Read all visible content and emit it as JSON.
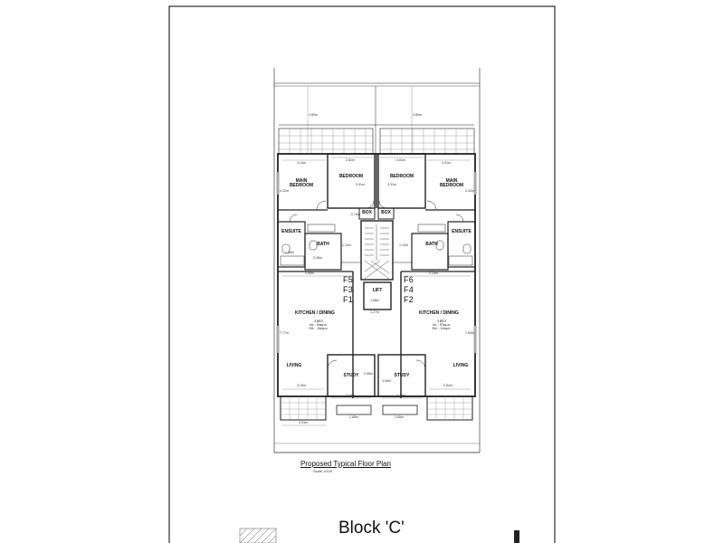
{
  "drawing": {
    "title": "Proposed Typical Floor Plan",
    "scale": "Scale 1/100",
    "block_label": "Block 'C'"
  },
  "floors": {
    "left": [
      "F5",
      "F3",
      "F1"
    ],
    "right": [
      "F6",
      "F4",
      "F2"
    ]
  },
  "rooms": {
    "main_bedroom": "MAIN BEDROOM",
    "bedroom": "BEDROOM",
    "ensuite": "ENSUITE",
    "bath": "BATH",
    "box": "BOX",
    "lift": "LIFT",
    "kitchen_dining": "KITCHEN / DINING",
    "living": "LIVING",
    "study": "STUDY"
  },
  "areas": {
    "left": [
      "3 BED",
      "Int. - 94sq.m.",
      "Ext. - 13sq.m."
    ],
    "right": [
      "3 BED",
      "Int. - 97sq.m.",
      "Ext. - 11sq.m."
    ]
  },
  "dimensions": {
    "terrace_depth": "3.80m",
    "main_bed_width_l": "3.14m",
    "main_bed_width_r": "3.21m",
    "main_bed_depth": "4.32m",
    "bedroom_width": "2.81m",
    "bedroom_depth": "3.31m",
    "bath_width_l": "1.12m",
    "bath_width_r": "1.12m",
    "ensuite_w": "1.54m",
    "ensuite_d": "2.28m",
    "hall_l": "2.06m",
    "hall_r": "2.14m",
    "lift_w": "1.68m",
    "corridor_w": "1.27m",
    "kitchen_depth_l": "7.77m",
    "kitchen_depth_r": "7.63m",
    "study_depth": "3.08m",
    "study_width_l": "2.74m",
    "study_width_r": "2.76m",
    "living_width_l": "3.19m",
    "living_width_r": "2.84m",
    "balcony_w": "1.85m",
    "balcony_total": "3.24m",
    "box_dim": "0.76m"
  }
}
